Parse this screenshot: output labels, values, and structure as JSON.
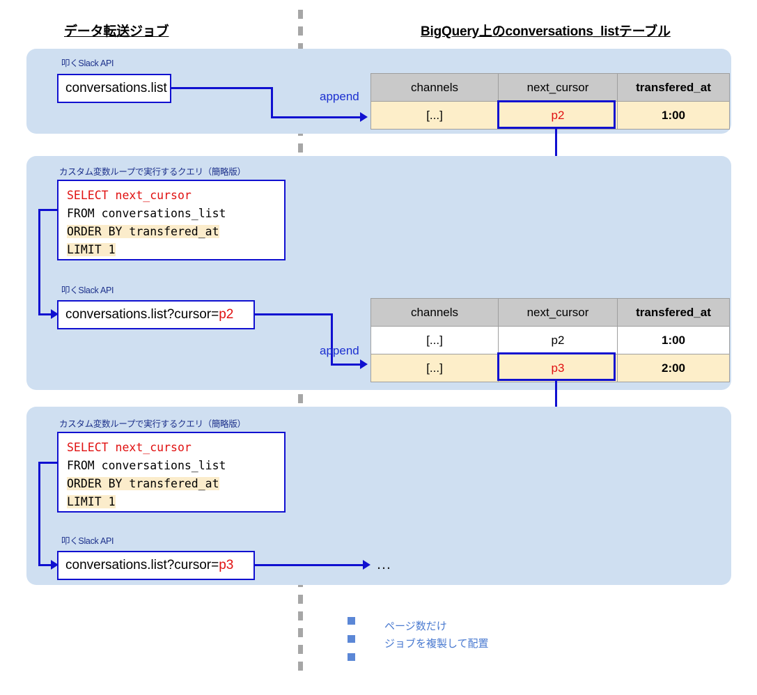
{
  "headings": {
    "left": "データ転送ジョブ",
    "right": "BigQuery上のconversations_listテーブル"
  },
  "captions": {
    "slack_api": "叩くSlack API",
    "query": "カスタム変数ループで実行するクエリ（簡略版）"
  },
  "edge_labels": {
    "append": "append",
    "ellipsis": "…"
  },
  "sql": {
    "line1_keyword": "SELECT next_cursor",
    "line2": "FROM conversations_list",
    "line3": "ORDER BY transfered_at",
    "line4": "LIMIT 1"
  },
  "steps": [
    {
      "api_call": "conversations.list",
      "api_call_prefix": "conversations.list",
      "api_call_cursor": ""
    },
    {
      "api_call_prefix": "conversations.list?cursor=",
      "api_call_cursor": "p2"
    },
    {
      "api_call_prefix": "conversations.list?cursor=",
      "api_call_cursor": "p3"
    }
  ],
  "table": {
    "columns": [
      "channels",
      "next_cursor",
      "transfered_at"
    ],
    "snapshot_1": {
      "rows": [
        {
          "channels": "[...]",
          "next_cursor": "p2",
          "transfered_at": "1:00"
        }
      ]
    },
    "snapshot_2": {
      "rows": [
        {
          "channels": "[...]",
          "next_cursor": "p2",
          "transfered_at": "1:00"
        },
        {
          "channels": "[...]",
          "next_cursor": "p3",
          "transfered_at": "2:00"
        }
      ]
    }
  },
  "footer": {
    "line1": "ページ数だけ",
    "line2": "ジョブを複製して配置"
  },
  "colors": {
    "panel_bg": "#cfdff1",
    "connector": "#1010d0",
    "accent_red": "#e01010",
    "cream_row": "#fdeec9",
    "header_gray": "#c9c9c9",
    "footer_blue": "#4a7ad0",
    "divider_gray": "#a6a6a6"
  }
}
